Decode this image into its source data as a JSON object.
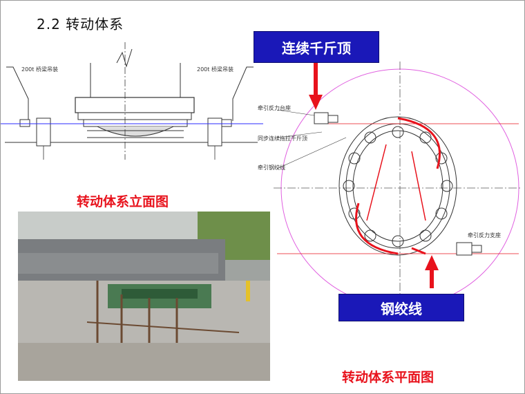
{
  "section_title": "2.2  转动体系",
  "elevation": {
    "left_label": "200t 桥梁吊装",
    "right_label": "200t 桥梁吊装",
    "caption": "转动体系立面图"
  },
  "plan": {
    "top_banner": "连续千斤顶",
    "bottom_banner": "钢绞线",
    "caption": "转动体系平面图",
    "labels": {
      "reaction_seat": "牵引反力台座",
      "jack_label": "同步连续拖拉千斤顶",
      "strand_label": "牵引钢绞线",
      "support_label": "牵引反力支座"
    }
  },
  "photo": {
    "description_icon": "construction-site-photo"
  },
  "colors": {
    "banner_bg": "#1a18b8",
    "caption_red": "#e8121c",
    "circle_magenta": "#e060e0",
    "axis_blue": "#2a2aff"
  }
}
